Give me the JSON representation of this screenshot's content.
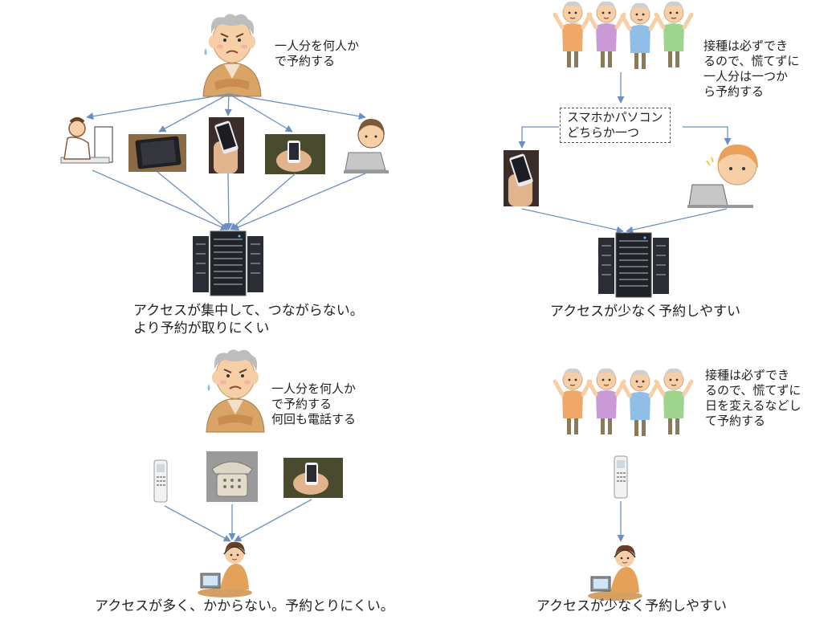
{
  "top_left": {
    "person_note": "一人分を何人か\nで予約する",
    "caption": "アクセスが集中して、つながらない。\nより予約が取りにくい"
  },
  "top_right": {
    "elderly_note": "接種は必ずでき\nるので、慌てずに\n一人分は一つか\nら予約する",
    "choice_box": "スマホかパソコン\nどちらか一つ",
    "caption": "アクセスが少なく予約しやすい"
  },
  "bottom_left": {
    "person_note": "一人分を何人か\nで予約する\n何回も電話する",
    "caption": "アクセスが多く、かからない。予約とりにくい。"
  },
  "bottom_right": {
    "elderly_note": "接種は必ずでき\nるので、慌てずに\n日を変えるなどし\nて予約する",
    "caption": "アクセスが少なく予約しやすい"
  },
  "colors": {
    "arrow": "#6b8fc0",
    "skin": "#f6cfa6",
    "server": "#2a2d33",
    "jacket": "#d9a466"
  },
  "icons": [
    "worried-elderly-man-icon",
    "elderly-group-icon",
    "desktop-pc-user-icon",
    "tablet-icon",
    "smartphone-icon",
    "laptop-user-icon",
    "server-rack-icon",
    "cordless-phone-icon",
    "landline-phone-icon",
    "call-center-operator-icon"
  ]
}
